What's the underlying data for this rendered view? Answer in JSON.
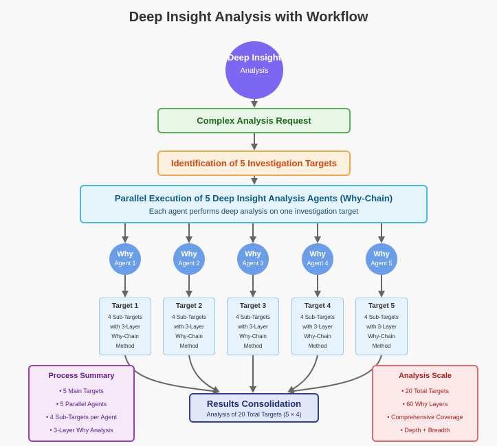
{
  "title": "Deep Insight Analysis with Workflow",
  "start_node": {
    "line1": "Deep Insight",
    "line2": "Analysis"
  },
  "request": "Complex Analysis Request",
  "identification": "Identification of 5 Investigation Targets",
  "parallel": {
    "title": "Parallel Execution of 5 Deep Insight Analysis Agents (Why-Chain)",
    "subtitle": "Each agent performs deep analysis on one investigation target"
  },
  "agents": [
    {
      "line1": "Why",
      "line2": "Agent 1"
    },
    {
      "line1": "Why",
      "line2": "Agent 2"
    },
    {
      "line1": "Why",
      "line2": "Agent 3"
    },
    {
      "line1": "Why",
      "line2": "Agent 4"
    },
    {
      "line1": "Why",
      "line2": "Agent 5"
    }
  ],
  "targets": [
    {
      "title": "Target 1",
      "desc": "4 Sub-Targets with 3-Layer Why-Chain Method"
    },
    {
      "title": "Target 2",
      "desc": "4 Sub-Targets with 3-Layer Why-Chain Method"
    },
    {
      "title": "Target 3",
      "desc": "4 Sub-Targets with 3-Layer Why-Chain Method"
    },
    {
      "title": "Target 4",
      "desc": "4 Sub-Targets with 3-Layer Why-Chain Method"
    },
    {
      "title": "Target 5",
      "desc": "4 Sub-Targets with 3-Layer Why-Chain Method"
    }
  ],
  "results": {
    "title": "Results Consolidation",
    "subtitle": "Analysis of 20 Total Targets (5 × 4)"
  },
  "process_summary": {
    "title": "Process Summary",
    "items": [
      "• 5 Main Targets",
      "• 5 Parallel Agents",
      "• 4 Sub-Targets per Agent",
      "• 3-Layer Why Analysis"
    ]
  },
  "analysis_scale": {
    "title": "Analysis Scale",
    "items": [
      "• 20 Total Targets",
      "• 60 Why Layers",
      "• Comprehensive Coverage",
      "• Depth + Breadth"
    ]
  },
  "colors": {
    "start": "#7b67f2",
    "request": "#5bb05b",
    "identification": "#f0a84a",
    "parallel": "#4ab8e0",
    "agent": "#6b9ee8",
    "results": "#2e3f90",
    "summary": "#9a3fb2",
    "scale": "#e06c6c",
    "edge": "#666666"
  }
}
